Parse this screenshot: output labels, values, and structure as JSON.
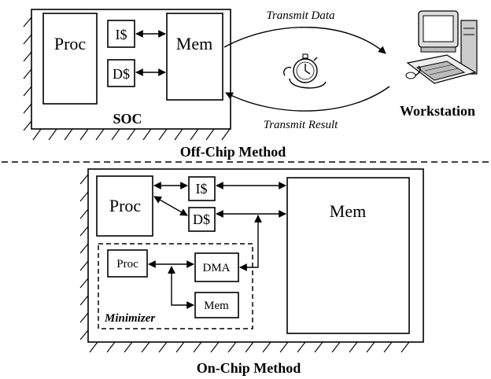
{
  "off_chip": {
    "proc_label": "Proc",
    "icache_label": "I$",
    "dcache_label": "D$",
    "mem_label": "Mem",
    "soc_label": "SOC",
    "transmit_data": "Transmit Data",
    "transmit_result": "Transmit Result",
    "workstation_label": "Workstation",
    "title": "Off-Chip Method"
  },
  "on_chip": {
    "proc_label": "Proc",
    "icache_label": "I$",
    "dcache_label": "D$",
    "mem_label": "Mem",
    "mini_proc_label": "Proc",
    "dma_label": "DMA",
    "mini_mem_label": "Mem",
    "minimizer_label": "Minimizer",
    "title": "On-Chip Method"
  },
  "icons": {
    "stopwatch": "stopwatch-icon",
    "workstation": "workstation-icon"
  }
}
